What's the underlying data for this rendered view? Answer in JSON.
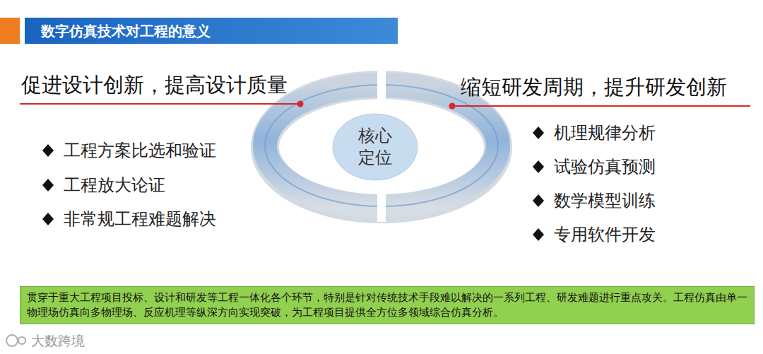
{
  "diagram": {
    "title": "数字仿真技术对工程的意义",
    "nodes": [
      {
        "text": [
          "核心 定位"
        ]
      },
      {
        "text": [
          "贯穿于重大工程项目投标、设计和研发等工程一体化各个环节，特别是针对传统技术手段难以解决的一系列工程、研发难题进行重点攻关。工程仿真由单一物理场仿真向多物理场、反应机理等纵深方向实现突破，为工程项目提供全方位多领域综合仿真分析。"
        ]
      }
    ],
    "labels": [
      "促进设计创新，提高设计质量",
      "缩短研发周期，提升研发创新",
      "工程方案比选和验证",
      "工程放大论证",
      "非常规工程难题解决",
      "机理规律分析",
      "试验仿真预测",
      "数学模型训练",
      "专用软件开发",
      "大数跨境"
    ]
  }
}
